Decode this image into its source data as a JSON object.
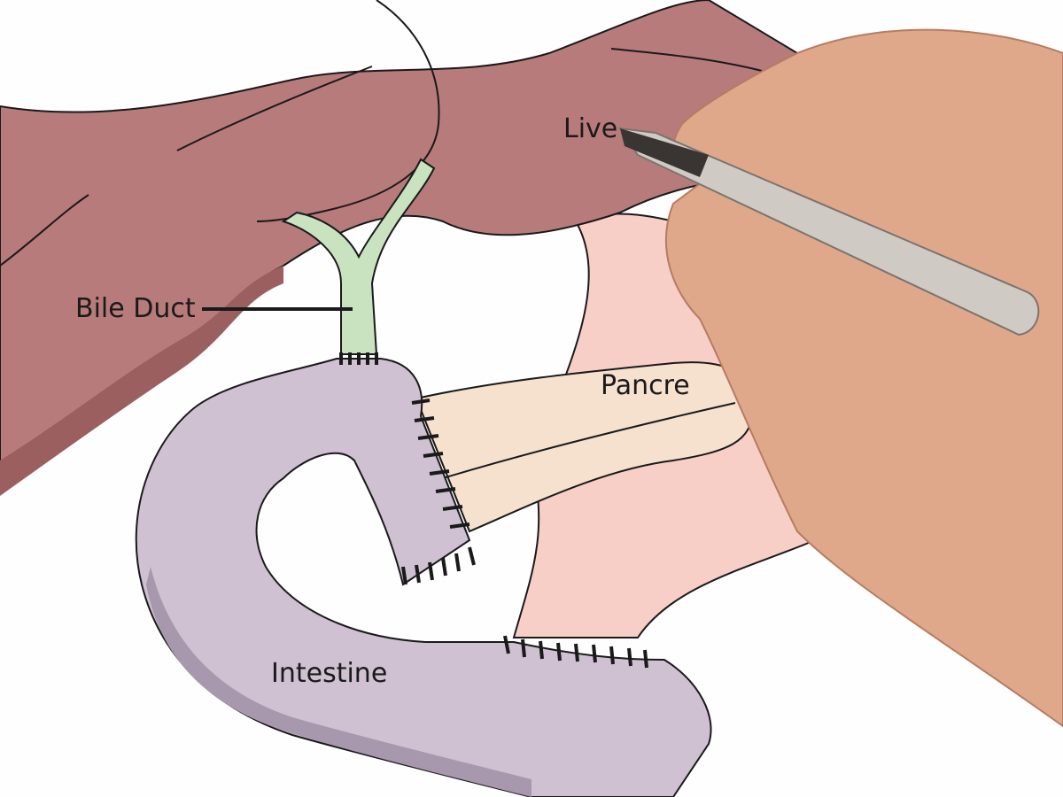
{
  "labels": {
    "liver": "Live",
    "bile_duct": "Bile Duct",
    "pancreas": "Pancre",
    "intestine": "Intestine"
  },
  "colors": {
    "liver": "#b87b7b",
    "liver_shadow": "#9c5f60",
    "bile_duct": "#c9e2bf",
    "intestine": "#cfc0d2",
    "intestine_shadow": "#a898ad",
    "pancreas": "#f6e1cf",
    "stomach": "#f7cfc7",
    "skin": "#e0a88a",
    "pen": "#cfcac4"
  }
}
